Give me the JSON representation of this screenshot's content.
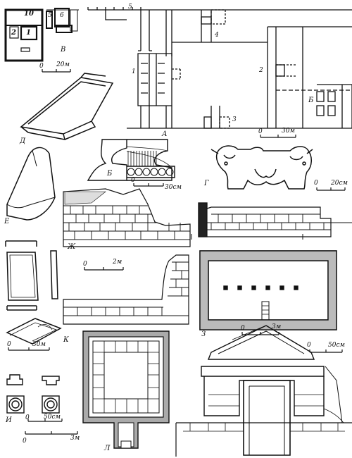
{
  "figure_labels": {
    "A": "А",
    "B": "Б",
    "V": "В",
    "G": "Г",
    "D": "Д",
    "E": "Е",
    "Zh": "Ж",
    "Z": "З",
    "I": "И",
    "K": "К",
    "L": "Л"
  },
  "plan_numbers": {
    "n1": "1",
    "n2": "2",
    "n3": "3",
    "n4": "4",
    "n5": "5",
    "n6": "6",
    "n10": "10",
    "n1b": "1",
    "n2b": "2"
  },
  "scales": {
    "v": {
      "zero": "0",
      "text": "20м"
    },
    "a": {
      "zero": "0",
      "text": "30м"
    },
    "b": {
      "zero": "0",
      "text": "30см"
    },
    "g": {
      "zero": "0",
      "text": "20см"
    },
    "zh": {
      "zero": "0",
      "text": "2м"
    },
    "z": {
      "zero": "0",
      "text": "3м"
    },
    "k": {
      "zero": "0",
      "text": "30м"
    },
    "i": {
      "zero": "0",
      "text": "50см"
    },
    "l": {
      "zero": "0",
      "text": "3м"
    },
    "pediment": {
      "zero": "0",
      "text": "50см"
    }
  }
}
